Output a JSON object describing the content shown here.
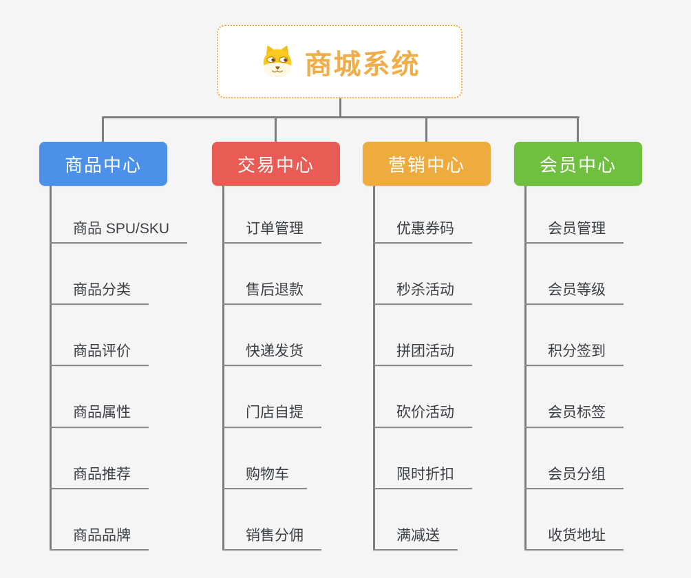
{
  "root": {
    "title": "商城系统",
    "icon": "dog-face"
  },
  "colors": {
    "canvas_bg": "#F5F5F6",
    "root_border": "#F3A93C",
    "root_title": "#F0AE4A",
    "connector": "#7E7E7E",
    "underline": "#8B8B8B",
    "item_text": "#3B4045",
    "header_text": "#FFFFFF"
  },
  "columns": [
    {
      "label": "商品中心",
      "color": "#4B91EA",
      "items": [
        "商品 SPU/SKU",
        "商品分类",
        "商品评价",
        "商品属性",
        "商品推荐",
        "商品品牌"
      ]
    },
    {
      "label": "交易中心",
      "color": "#E85C55",
      "items": [
        "订单管理",
        "售后退款",
        "快递发货",
        "门店自提",
        "购物车",
        "销售分佣"
      ]
    },
    {
      "label": "营销中心",
      "color": "#EEAC3F",
      "items": [
        "优惠券码",
        "秒杀活动",
        "拼团活动",
        "砍价活动",
        "限时折扣",
        "满减送"
      ]
    },
    {
      "label": "会员中心",
      "color": "#6FC03E",
      "items": [
        "会员管理",
        "会员等级",
        "积分签到",
        "会员标签",
        "会员分组",
        "收货地址"
      ]
    }
  ]
}
